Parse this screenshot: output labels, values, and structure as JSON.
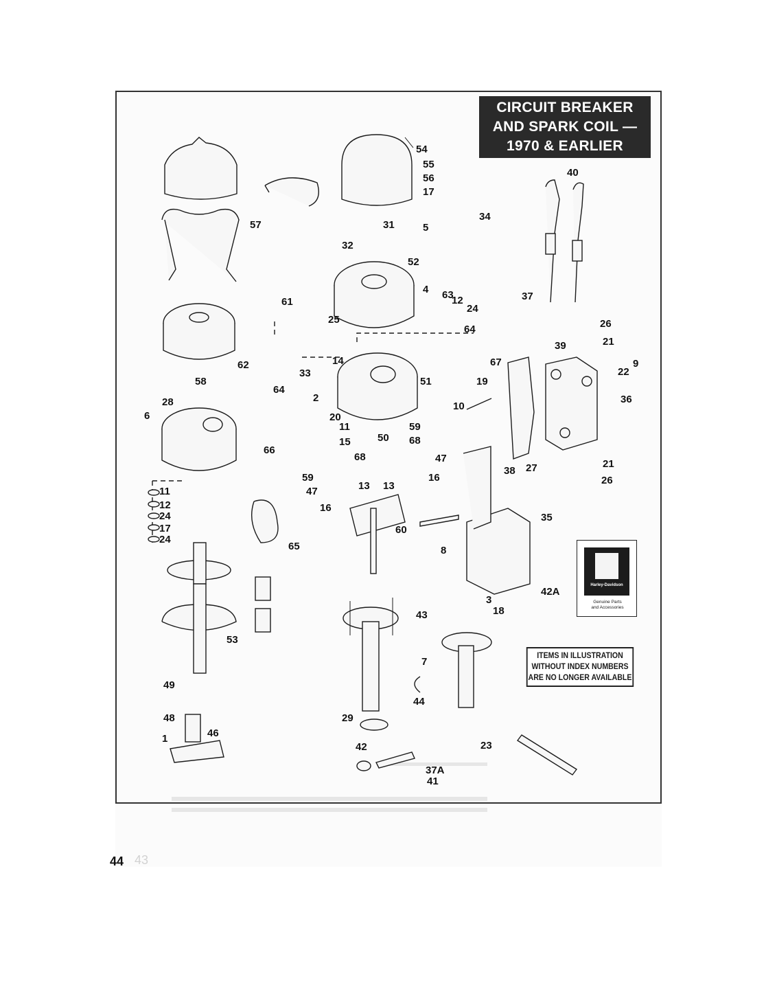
{
  "title": {
    "line1": "CIRCUIT BREAKER",
    "line2": "AND SPARK COIL —",
    "line3": "1970 & EARLIER"
  },
  "notice": {
    "line1": "ITEMS IN ILLUSTRATION",
    "line2": "WITHOUT INDEX NUMBERS",
    "line3": "ARE NO LONGER AVAILABLE"
  },
  "brand_box": {
    "brand": "Harley-Davidson",
    "caption_line1": "Genuine Parts",
    "caption_line2": "and Accessories"
  },
  "page_number": "44",
  "page_number_ghost": "43",
  "callouts": [
    "54",
    "55",
    "56",
    "17",
    "5",
    "31",
    "34",
    "40",
    "32",
    "52",
    "57",
    "4",
    "63",
    "12",
    "24",
    "37",
    "61",
    "25",
    "64",
    "26",
    "21",
    "9",
    "22",
    "39",
    "14",
    "33",
    "62",
    "51",
    "19",
    "67",
    "58",
    "28",
    "6",
    "64",
    "2",
    "20",
    "10",
    "36",
    "11",
    "59",
    "68",
    "15",
    "50",
    "47",
    "66",
    "59",
    "47",
    "16",
    "68",
    "38",
    "27",
    "21",
    "26",
    "13",
    "13",
    "11",
    "12",
    "24",
    "17",
    "24",
    "16",
    "60",
    "35",
    "65",
    "8",
    "42A",
    "3",
    "18",
    "53",
    "43",
    "7",
    "49",
    "44",
    "48",
    "1",
    "46",
    "29",
    "42",
    "23",
    "37A",
    "41"
  ],
  "colors": {
    "title_bg": "#2a2a2a",
    "title_text": "#ffffff",
    "ink": "#1b1b1b"
  }
}
